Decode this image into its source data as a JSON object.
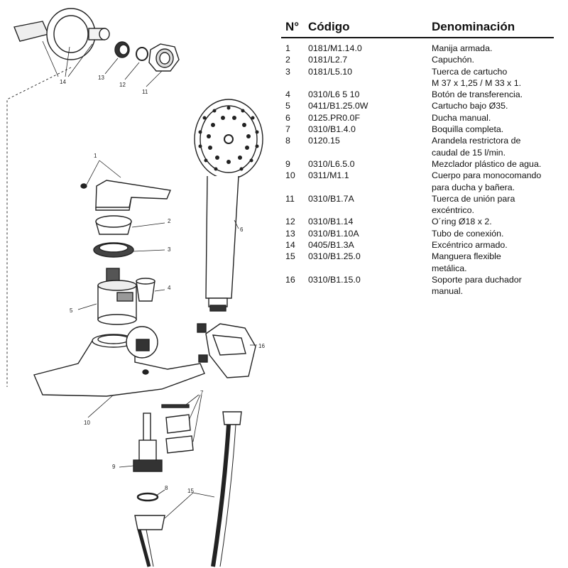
{
  "table": {
    "headers": {
      "no": "N°",
      "code": "Código",
      "name": "Denominación"
    },
    "rows": [
      {
        "no": "1",
        "code": "0181/M1.14.0",
        "name": "Manija armada."
      },
      {
        "no": "2",
        "code": "0181/L2.7",
        "name": "Capuchón."
      },
      {
        "no": "3",
        "code": "0181/L5.10",
        "name": "Tuerca de cartucho\nM 37 x 1,25 / M 33 x 1."
      },
      {
        "no": "4",
        "code": "0310/L6 5 10",
        "name": "Botón de transferencia."
      },
      {
        "no": "5",
        "code": "0411/B1.25.0W",
        "name": "Cartucho bajo Ø35."
      },
      {
        "no": "6",
        "code": "0125.PR0.0F",
        "name": "Ducha manual."
      },
      {
        "no": "7",
        "code": "0310/B1.4.0",
        "name": "Boquilla completa."
      },
      {
        "no": "8",
        "code": "0120.15",
        "name": "Arandela restrictora de\ncaudal de 15 l/min."
      },
      {
        "no": "9",
        "code": "0310/L6.5.0",
        "name": "Mezclador plástico de agua."
      },
      {
        "no": "10",
        "code": "0311/M1.1",
        "name": "Cuerpo para monocomando\npara ducha y bañera."
      },
      {
        "no": "11",
        "code": "0310/B1.7A",
        "name": "Tuerca de unión para\nexcéntrico."
      },
      {
        "no": "12",
        "code": "0310/B1.14",
        "name": "O´ring Ø18 x 2."
      },
      {
        "no": "13",
        "code": "0310/B1.10A",
        "name": "Tubo de conexión."
      },
      {
        "no": "14",
        "code": "0405/B1.3A",
        "name": "Excéntrico armado."
      },
      {
        "no": "15",
        "code": "0310/B1.25.0",
        "name": "Manguera flexible\nmetálica."
      },
      {
        "no": "16",
        "code": "0310/B1.15.0",
        "name": "Soporte para duchador\nmanual."
      }
    ]
  },
  "callouts": {
    "c1": "1",
    "c2": "2",
    "c3": "3",
    "c4": "4",
    "c5": "5",
    "c6": "6",
    "c7": "7",
    "c8": "8",
    "c9": "9",
    "c10": "10",
    "c11": "11",
    "c12": "12",
    "c13": "13",
    "c14": "14",
    "c15": "15",
    "c16": "16"
  }
}
